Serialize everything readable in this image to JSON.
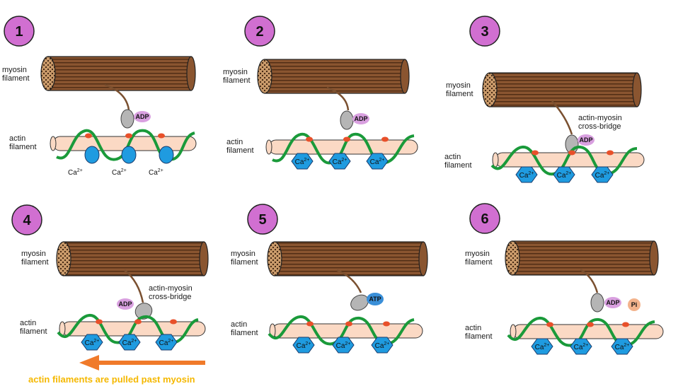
{
  "colors": {
    "badge": "#d16fd1",
    "myosin": "#8a5530",
    "actin": "#fbd9c4",
    "strand": "#1a9a3a",
    "site": "#e8502a",
    "calcium": "#1f9be0",
    "adp": "#d9a0e0",
    "atp": "#3a8fd8",
    "pi": "#f3b38c",
    "head": "#b5b5b5",
    "arrow": "#f07a2a",
    "caption": "#f5b800"
  },
  "labels": {
    "myosin": "myosin filament",
    "actin": "actin filament",
    "cross_bridge": "actin-myosin cross-bridge",
    "adp": "ADP",
    "atp": "ATP",
    "pi": "Pi",
    "ca": "Ca",
    "ca_sup": "2+"
  },
  "steps": [
    {
      "number": "1"
    },
    {
      "number": "2"
    },
    {
      "number": "3"
    },
    {
      "number": "4"
    },
    {
      "number": "5"
    },
    {
      "number": "6"
    }
  ],
  "caption": "actin filaments are pulled past myosin"
}
